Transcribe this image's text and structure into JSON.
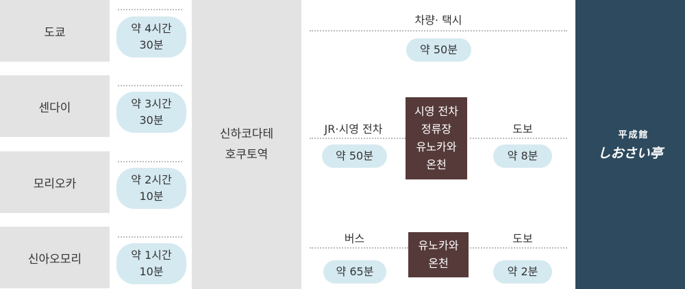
{
  "origins": [
    {
      "city": "도쿄",
      "time": [
        "약 4시간",
        "30분"
      ]
    },
    {
      "city": "센다이",
      "time": [
        "약 3시간",
        "30분"
      ]
    },
    {
      "city": "모리오카",
      "time": [
        "약 2시간",
        "10분"
      ]
    },
    {
      "city": "신아오모리",
      "time": [
        "약 1시간",
        "10분"
      ]
    }
  ],
  "station": [
    "신하코다테",
    "호쿠토역"
  ],
  "routes": {
    "car": {
      "label": "차량· 택시",
      "time": "약 50분"
    },
    "tram": {
      "label": "JR·시영 전차",
      "time": "약 50분",
      "stop": [
        "시영 전차",
        "정류장",
        "유노카와",
        "온천"
      ],
      "walk_label": "도보",
      "walk_time": "약 8분"
    },
    "bus": {
      "label": "버스",
      "time": "약 65분",
      "stop": [
        "유노카와",
        "온천"
      ],
      "walk_label": "도보",
      "walk_time": "약 2분"
    }
  },
  "logo": {
    "line1": "平成館",
    "line2": "しおさい亭"
  },
  "colors": {
    "grey": "#e3e3e3",
    "pill": "#d5e9f0",
    "stop": "#563a3a",
    "logo_bg": "#2d4a5e"
  }
}
